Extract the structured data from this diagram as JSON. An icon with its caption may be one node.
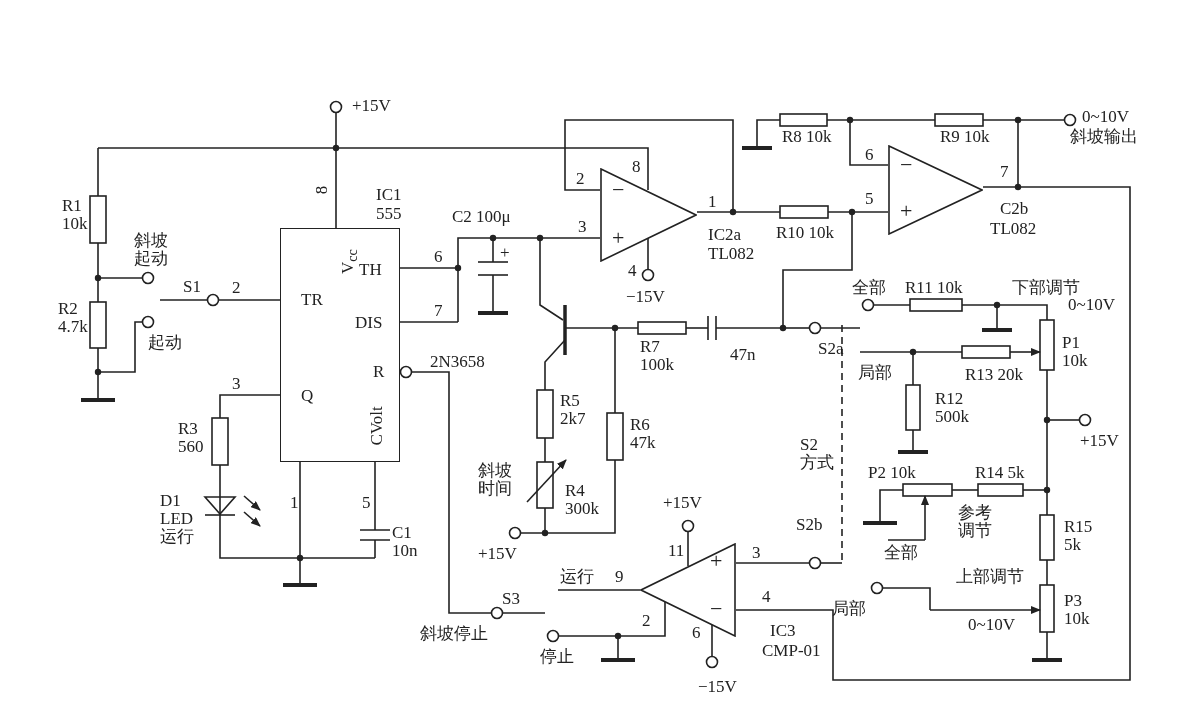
{
  "diagram": {
    "nodes": [
      {
        "text": [
          "V$_{cc}$",
          "TH",
          "TR",
          "DIS",
          "R",
          "Q",
          "CVolt"
        ],
        "beside": [
          "IC1",
          "555"
        ]
      },
      {
        "text": [
          "−",
          "+"
        ],
        "beside": [
          "IC2a",
          "TL082"
        ]
      },
      {
        "text": [
          "−",
          "+"
        ],
        "beside": [
          "C2b",
          "TL082"
        ]
      },
      {
        "text": [
          "+",
          "−"
        ],
        "beside": [
          "IC3",
          "CMP-01"
        ]
      }
    ],
    "edges": [
      {
        "from": 0,
        "to": 1,
        "arrow": "none"
      },
      {
        "from": 0,
        "to": 1,
        "arrow": "none"
      },
      {
        "from": 1,
        "to": 2,
        "arrow": "none"
      },
      {
        "from": 2,
        "to": 3,
        "arrow": "none"
      }
    ],
    "labels": [
      "+15V",
      "0~10V",
      "R8 10k",
      "R9 10k",
      "斜坡输出",
      "8",
      "8",
      "2",
      "6",
      "7",
      "1",
      "5",
      "C2 100μ",
      "3",
      "R1 10k",
      "斜坡起动",
      "6",
      "+",
      "4",
      "R10 10k",
      "−15V",
      "S1",
      "2",
      "7",
      "R2 4.7k",
      "起动",
      "全部",
      "R11 10k",
      "下部调节",
      "0~10V",
      "2N3658",
      "R7 100k",
      "47n",
      "S2a",
      "局部",
      "R13 20k",
      "P1 10k",
      "3",
      "R5 2k7",
      "R6 47k",
      "R12 500k",
      "+15V",
      "R3 560",
      "S2 方式",
      "P2 10k",
      "R14 5k",
      "斜坡时间",
      "R4 300k",
      "1",
      "5",
      "D1 LED 运行",
      "+15V",
      "C1 10n",
      "S2b",
      "参考调节",
      "R15 5k",
      "+15V",
      "11",
      "3",
      "全部",
      "运行",
      "9",
      "S3",
      "4",
      "上部调节",
      "P3 10k",
      "局部",
      "2",
      "6",
      "0~10V",
      "斜坡停止",
      "停止",
      "−15V"
    ]
  }
}
